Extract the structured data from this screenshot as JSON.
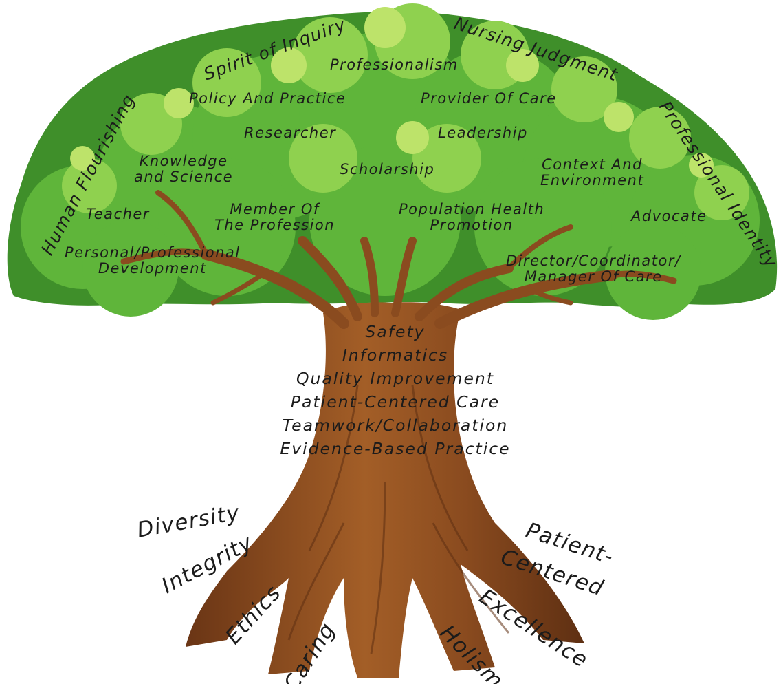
{
  "colors": {
    "canopy_dark": "#3f8f2a",
    "canopy_mid": "#5fb53a",
    "canopy_light": "#8fd14f",
    "canopy_highlight": "#bde36a",
    "trunk": "#8a4b1f",
    "trunk_light": "#b36b2e",
    "trunk_shadow": "#5e2f12",
    "text": "#1b1b1b"
  },
  "canopy_arc": {
    "human_flourishing": "Human Flourishing",
    "spirit_of_inquiry": "Spirit of Inquiry",
    "nursing_judgment": "Nursing Judgment",
    "professional_identity": "Professional Identity"
  },
  "canopy_labels": {
    "professionalism": "Professionalism",
    "policy_and_practice": "Policy And Practice",
    "provider_of_care": "Provider Of Care",
    "researcher": "Researcher",
    "leadership": "Leadership",
    "knowledge_and_science": "Knowledge\nand Science",
    "scholarship": "Scholarship",
    "context_and_environment": "Context And\nEnvironment",
    "teacher": "Teacher",
    "member_of_the_profession": "Member Of\nThe Profession",
    "population_health_promotion": "Population Health\nPromotion",
    "advocate": "Advocate",
    "personal_professional_development": "Personal/Professional\nDevelopment",
    "director_coordinator_manager": "Director/Coordinator/\nManager Of Care"
  },
  "trunk_labels": [
    "Safety",
    "Informatics",
    "Quality Improvement",
    "Patient-Centered Care",
    "Teamwork/Collaboration",
    "Evidence-Based Practice"
  ],
  "root_labels": {
    "diversity": "Diversity",
    "integrity": "Integrity",
    "ethics": "Ethics",
    "caring": "Caring",
    "holism": "Holism",
    "excellence": "Excellence",
    "patient_centered": "Patient-\nCentered"
  }
}
